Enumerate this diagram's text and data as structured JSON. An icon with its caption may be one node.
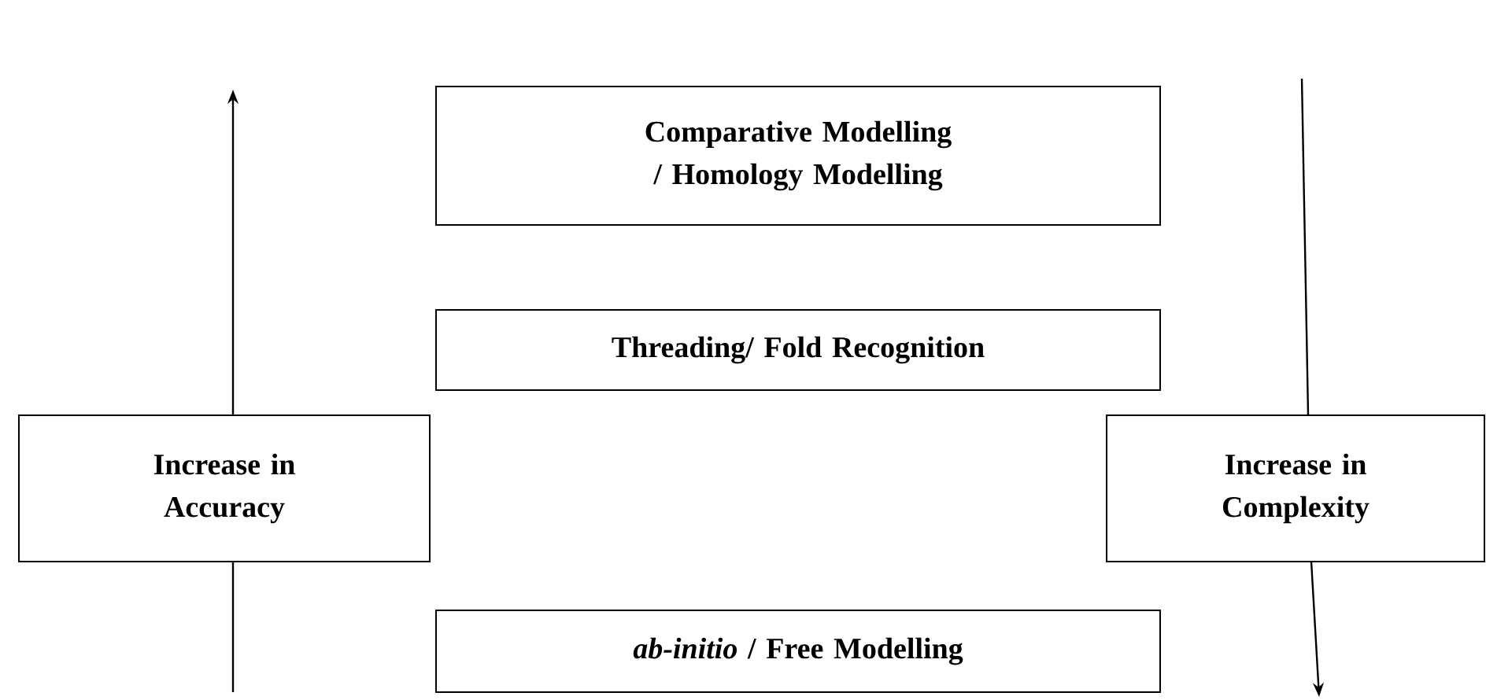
{
  "diagram": {
    "nodes": [
      {
        "text": [
          "Comparative Modelling / Homology Modelling"
        ]
      },
      {
        "text": [
          "Threading/ Fold Recognition"
        ]
      },
      {
        "text": [
          "Increase in Accuracy"
        ]
      },
      {
        "text": [
          "Increase in Complexity"
        ]
      },
      {
        "text": [
          "*ab-initio* / Free Modelling"
        ]
      }
    ]
  }
}
